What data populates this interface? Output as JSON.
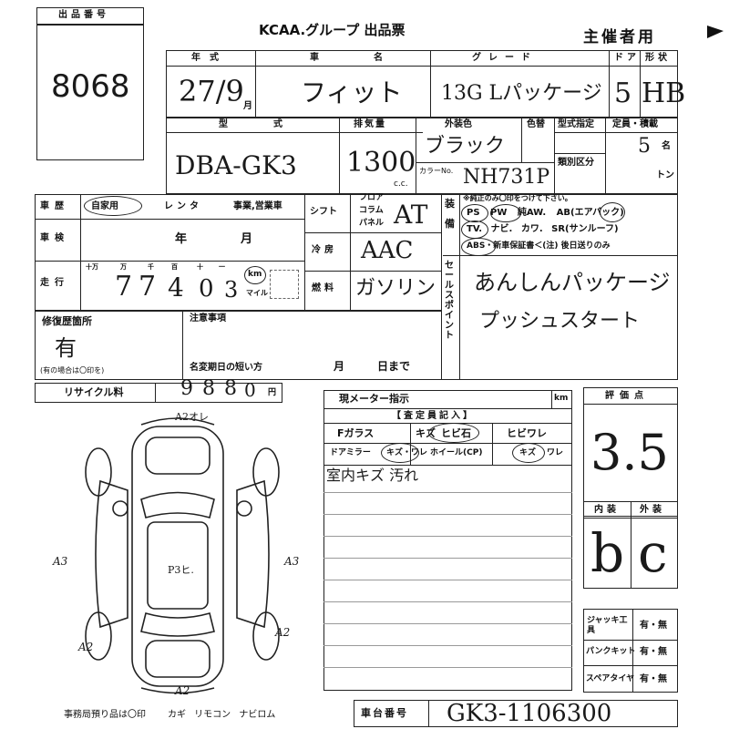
{
  "header": {
    "lot_label": "出品番号",
    "lot_number": "8068",
    "title": "KCAA.グループ 出品票",
    "organizer": "主催者用"
  },
  "vehicle": {
    "year_label": "年式",
    "year_value": "27/9",
    "year_unit": "月",
    "name_label": "車名",
    "name_value": "フィット",
    "grade_label": "グレード",
    "grade_value": "13G Lパッケージ",
    "doors_label": "ドア",
    "doors_value": "5",
    "body_label": "形状",
    "body_value": "HB",
    "model_label": "型式",
    "model_value": "DBA-GK3",
    "cc_label": "排気量",
    "cc_value": "1300",
    "cc_unit": "c.c.",
    "color_label": "外装色",
    "color_value": "ブラック",
    "color_change_label": "色替",
    "color_no_label": "カラーNo.",
    "color_no_value": "NH731P",
    "type_spec_label": "型式指定",
    "class_label": "類別区分",
    "capacity_label": "定員・積載",
    "capacity_value": "5",
    "capacity_unit": "名",
    "ton_unit": "トン"
  },
  "history": {
    "label": "車歴",
    "options": [
      "自家用",
      "レンタ",
      "事業,営業車"
    ],
    "selected": "自家用"
  },
  "inspection": {
    "label": "車検",
    "year_unit": "年",
    "month_unit": "月"
  },
  "mileage": {
    "label": "走行",
    "digit_labels": [
      "十万",
      "万",
      "千",
      "百",
      "十",
      "一"
    ],
    "digits": [
      "7",
      "7",
      "4",
      "0",
      "3"
    ],
    "unit_km": "km",
    "unit_mile": "マイル"
  },
  "shift": {
    "label": "シフト",
    "positions": [
      "フロア",
      "コラム",
      "パネル"
    ],
    "value": "AT"
  },
  "aircon": {
    "label": "冷房",
    "value": "AAC"
  },
  "fuel": {
    "label": "燃料",
    "value": "ガソリン"
  },
  "equipment": {
    "label": "装備",
    "instruction": "※純正のみ〇印をつけて下さい。",
    "row1": "PS PW 純AW. AB(エアバック)",
    "row2": "TV. ナビ. カワ. SR(サンルーフ)",
    "row3": "ABS・新車保証書＜(注) 後日送りのみ"
  },
  "sales_point": {
    "label": "セールスポイント",
    "line1": "あんしんパッケージ",
    "line2": "プッシュスタート"
  },
  "repair": {
    "label": "修復歴箇所",
    "value": "有",
    "note": "(有の場合は〇印を)"
  },
  "notes": {
    "label": "注意事項",
    "deadline_label": "名変期日の短い方",
    "month_unit": "月",
    "day_unit": "日まで"
  },
  "recycle": {
    "label": "リサイクル料",
    "digits": [
      "9",
      "8",
      "8",
      "0"
    ],
    "unit": "円"
  },
  "meter": {
    "label": "現メーター指示",
    "unit": "km"
  },
  "inspector": {
    "title": "【査定員記入】",
    "row1": [
      "Fガラス",
      "キズ",
      "ヒビ石",
      "ヒビワレ"
    ],
    "row2": [
      "ドアミラー",
      "キズ・ワレ",
      "ホイール(CP)",
      "キズ",
      "ワレ"
    ],
    "memo": "室内キズ 汚れ"
  },
  "grade_eval": {
    "label": "評価点",
    "score": "3.5",
    "interior_label": "内装",
    "exterior_label": "外装",
    "interior_value": "b",
    "exterior_value": "c"
  },
  "tools": {
    "jack_label": "ジャッキ工具",
    "puncture_label": "パンクキット",
    "spare_label": "スペアタイヤ",
    "choice": "有・無"
  },
  "diagram": {
    "marks": [
      "A2オレ",
      "A3",
      "A3",
      "A2",
      "A2",
      "A2",
      "P3ヒ."
    ]
  },
  "footer": {
    "items_label": "事務局預り品は〇印",
    "items": "カギ リモコン ナビロム",
    "chassis_label": "車台番号",
    "chassis_value": "GK3-1106300"
  }
}
